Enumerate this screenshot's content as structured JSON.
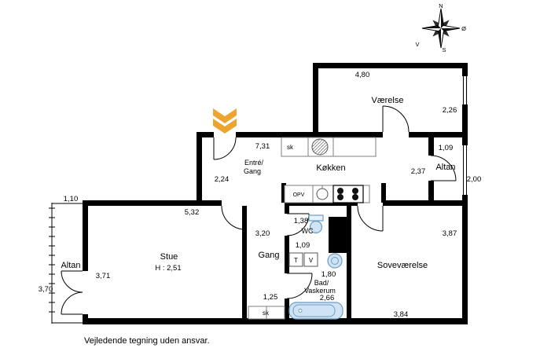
{
  "footer": "Vejledende tegning uden ansvar.",
  "colors": {
    "wall": "#000000",
    "entrance_accent": "#eda52f",
    "fixture_blue": "#cfe3f5",
    "fixture_stroke": "#6d9cc3"
  },
  "compass": {
    "north": "N",
    "east": "Ø",
    "south": "S",
    "west": "V"
  },
  "rooms": {
    "stue": {
      "name": "Stue",
      "ceiling_height": "H : 2,51",
      "width": "5,32",
      "depth": "3,71"
    },
    "entre": {
      "name_line1": "Entré/",
      "name_line2": "Gang",
      "depth": "2,24"
    },
    "koekken": {
      "name": "Køkken",
      "width": "7,31",
      "closet": "sk",
      "dishwasher": "OPV"
    },
    "vaerelse": {
      "name": "Værelse",
      "width": "4,80",
      "depth": "2,26"
    },
    "altan_left": {
      "name": "Altan",
      "width": "1,10",
      "depth": "3,70"
    },
    "altan_right": {
      "name": "Altan",
      "width": "1,09",
      "depth": "2,00",
      "passage": "2,37"
    },
    "gang": {
      "name": "Gang",
      "length": "3,20",
      "width": "1,25",
      "closet": "sk"
    },
    "wc": {
      "name": "WC",
      "width": "1,38",
      "depth": "1,09"
    },
    "bad": {
      "name_line1": "Bad/",
      "name_line2": "Vaskerum",
      "width": "1,80",
      "depth": "2,66",
      "dryer": "T",
      "washer": "V"
    },
    "sovevaerelse": {
      "name": "Soveværelse",
      "depth": "3,87",
      "width": "3,84"
    }
  }
}
